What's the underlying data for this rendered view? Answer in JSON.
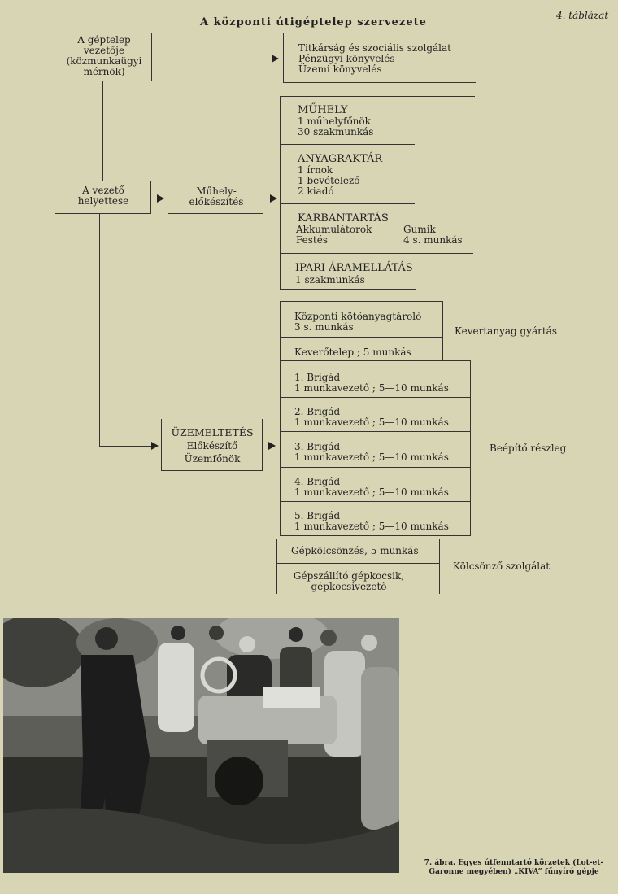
{
  "header": {
    "title": "A központi útigéptelep szervezete",
    "table_no": "4. táblázat"
  },
  "left": {
    "head": "A géptelep\nvezetője\n(közmunkaügyi\nmérnök)",
    "deputy": "A vezető\nhelyettese",
    "workshop_prep": "Műhely-\nelőkészítés",
    "operation": {
      "title": "ÜZEMELTETÉS",
      "line1": "Előkészítő",
      "line2": "Üzemfőnök"
    }
  },
  "admin": "Titkárság és szociális szolgálat\nPénzügyi könyvelés\nÜzemi könyvelés",
  "units": {
    "muhely": {
      "title": "MŰHELY",
      "body": "1 műhelyfőnök\n30 szakmunkás"
    },
    "anyag": {
      "title": "ANYAGRAKTÁR",
      "body": "1 írnok\n1 bevételező\n2 kiadó"
    },
    "karban": {
      "title": "KARBANTARTÁS",
      "col1": "Akkumulátorok\nFestés",
      "col2": "Gumik\n4 s. munkás"
    },
    "ipari": {
      "title": "IPARI ÁRAMELLÁTÁS",
      "body": "1 szakmunkás"
    }
  },
  "mixing": {
    "items": [
      "Központi kötőanyagtároló\n3 s. munkás",
      "Keverőtelep ; 5 munkás"
    ],
    "label": "Kevertanyag gyártás"
  },
  "brigades": {
    "items": [
      "1. Brigád\n1 munkavezető ; 5—10 munkás",
      "2. Brigád\n1 munkavezető ; 5—10 munkás",
      "3. Brigád\n1 munkavezető ; 5—10 munkás",
      "4. Brigád\n1 munkavezető ; 5—10 munkás",
      "5. Brigád\n1 munkavezető ; 5—10 munkás"
    ],
    "label": "Beépítő részleg"
  },
  "rental": {
    "items": [
      "Gépkölcsönzés, 5 munkás",
      "Gépszállító gépkocsik,\ngépkocsivezető"
    ],
    "label": "Kölcsönző szolgálat"
  },
  "photo": {
    "caption": "7. ábra. Egyes útfenntartó körzetek (Lot-et-\nGaronne megyében) „KIVA” fűnyíró gépje",
    "colors": {
      "bg": "#7f7f7a",
      "dark": "#1c1c1c",
      "light": "#d9d9d4"
    }
  }
}
